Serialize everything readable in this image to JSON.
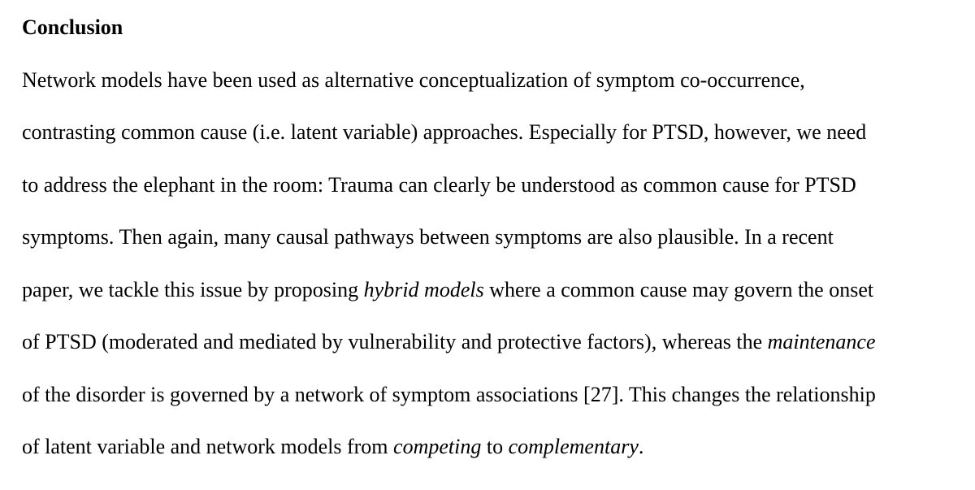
{
  "page": {
    "background_color": "#ffffff",
    "text_color": "#000000"
  },
  "document": {
    "heading": "Conclusion",
    "paragraph_lines": [
      [
        {
          "t": "Network models have been used as alternative conceptualization of symptom co-occurrence,"
        }
      ],
      [
        {
          "t": "contrasting common cause (i.e. latent variable) approaches. Especially for PTSD, however, we need"
        }
      ],
      [
        {
          "t": "to address the elephant in the room: Trauma can clearly be understood as common cause for PTSD"
        }
      ],
      [
        {
          "t": "symptoms. Then again, many causal pathways between symptoms are also plausible. In a recent"
        }
      ],
      [
        {
          "t": "paper, we tackle this issue by proposing "
        },
        {
          "t": "hybrid models",
          "i": true
        },
        {
          "t": " where a common cause may govern the onset"
        }
      ],
      [
        {
          "t": "of PTSD (moderated and mediated by vulnerability and protective factors), whereas the "
        },
        {
          "t": "maintenance",
          "i": true
        }
      ],
      [
        {
          "t": "of the disorder is governed by a network of symptom associations [27]. This changes the relationship"
        }
      ],
      [
        {
          "t": "of latent variable and network models from "
        },
        {
          "t": "competing",
          "i": true
        },
        {
          "t": " to "
        },
        {
          "t": "complementary",
          "i": true
        },
        {
          "t": "."
        }
      ]
    ]
  }
}
